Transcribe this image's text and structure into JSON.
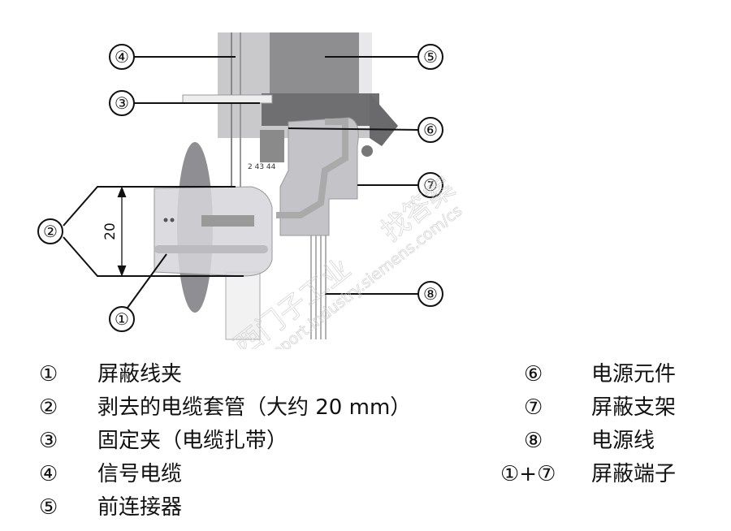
{
  "diagram": {
    "dimension_label": "20",
    "callouts": [
      "①",
      "②",
      "③",
      "④",
      "⑤",
      "⑥",
      "⑦",
      "⑧"
    ],
    "terminal_label": "2 43 44",
    "watermark": [
      "西门子工业",
      "找答案",
      "support.industry.siemens.com/cs"
    ]
  },
  "legend": {
    "left": [
      {
        "num": "①",
        "text": "屏蔽线夹"
      },
      {
        "num": "②",
        "text": "剥去的电缆套管（大约 20 mm）"
      },
      {
        "num": "③",
        "text": "固定夹（电缆扎带）"
      },
      {
        "num": "④",
        "text": "信号电缆"
      },
      {
        "num": "⑤",
        "text": "前连接器"
      }
    ],
    "right": [
      {
        "num": "⑥",
        "text": "电源元件"
      },
      {
        "num": "⑦",
        "text": "屏蔽支架"
      },
      {
        "num": "⑧",
        "text": "电源线"
      },
      {
        "num": "①+⑦",
        "text": "屏蔽端子"
      }
    ]
  }
}
